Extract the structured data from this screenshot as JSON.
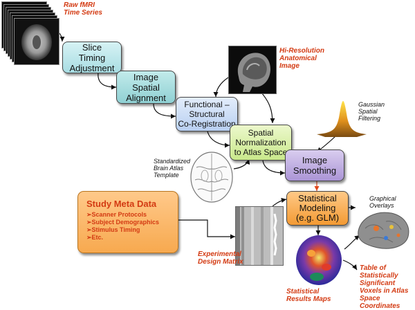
{
  "labels": {
    "raw_fmri": "Raw fMRI\nTime Series",
    "hi_res": "Hi-Resolution\nAnatomical\nImage",
    "gaussian": "Gaussian\nSpatial\nFiltering",
    "atlas_template": "Standardized\nBrain Atlas\nTemplate",
    "graphical_overlays": "Graphical\nOverlays",
    "design_matrix": "Experimental\nDesign Matrix",
    "results_maps": "Statistical\nResults Maps",
    "table": "Table of\nStatistically\nSignificant\nVoxels in Atlas\nSpace Coordinates"
  },
  "steps": {
    "slice_timing": "Slice\nTiming\nAdjustment",
    "spatial_alignment": "Image\nSpatial\nAlignment",
    "coregistration": "Functional –\nStructural\nCo-Registration",
    "normalization": "Spatial\nNormalization\nto Atlas Space",
    "smoothing": "Image\nSmoothing",
    "modeling": "Statistical\nModeling\n(e.g. GLM)"
  },
  "meta": {
    "title": "Study Meta Data",
    "items": [
      "➢Scanner Protocols",
      "➢Subject Demographics",
      "➢Stimulus Timing",
      "➢Etc."
    ]
  },
  "colors": {
    "slice_timing": "#bfe8ec",
    "spatial_alignment": "#a6dcdd",
    "coregistration": "#cfe0f7",
    "normalization": "#def2b0",
    "smoothing": "#c5b3e2",
    "modeling": "#f6b35e",
    "red_label": "#d33a12"
  }
}
